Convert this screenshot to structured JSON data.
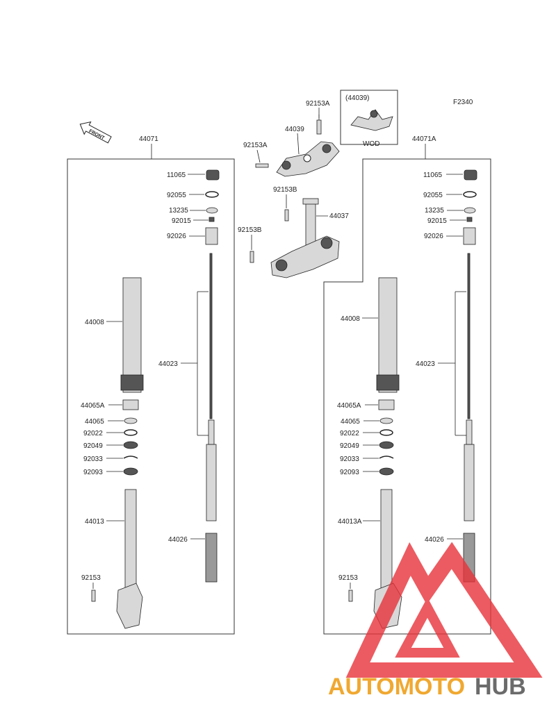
{
  "figure_code": "F2340",
  "front_arrow": "FRONT",
  "wod_box": {
    "part": "(44039)",
    "note": "WOD"
  },
  "top_labels": {
    "a": "92153A",
    "b": "44039",
    "c": "92153A",
    "d": "92153B",
    "e": "44037",
    "f": "92153B"
  },
  "left_assembly": {
    "title": "44071",
    "labels": {
      "cap": "11065",
      "oring": "92055",
      "collar": "13235",
      "nut": "92015",
      "spacer": "92026",
      "outer_tube": "44008",
      "rod": "44023",
      "bushing_a": "44065A",
      "bushing": "44065",
      "washer": "92022",
      "seal": "92049",
      "clip": "92033",
      "dust_seal": "92093",
      "inner_tube": "44013",
      "spring": "44026",
      "bolt": "92153"
    }
  },
  "right_assembly": {
    "title": "44071A",
    "labels": {
      "cap": "11065",
      "oring": "92055",
      "collar": "13235",
      "nut": "92015",
      "spacer": "92026",
      "outer_tube": "44008",
      "rod": "44023",
      "bushing_a": "44065A",
      "bushing": "44065",
      "washer": "92022",
      "seal": "92049",
      "clip": "92033",
      "dust_seal": "92093",
      "inner_tube": "44013A",
      "spring": "44026",
      "bolt": "92153"
    }
  },
  "watermark": {
    "text_a": "AUTOMOTO",
    "text_b": "HUB",
    "color_a": "#f0a830",
    "color_b": "#6b6b6b",
    "logo_color": "#e8333a"
  }
}
